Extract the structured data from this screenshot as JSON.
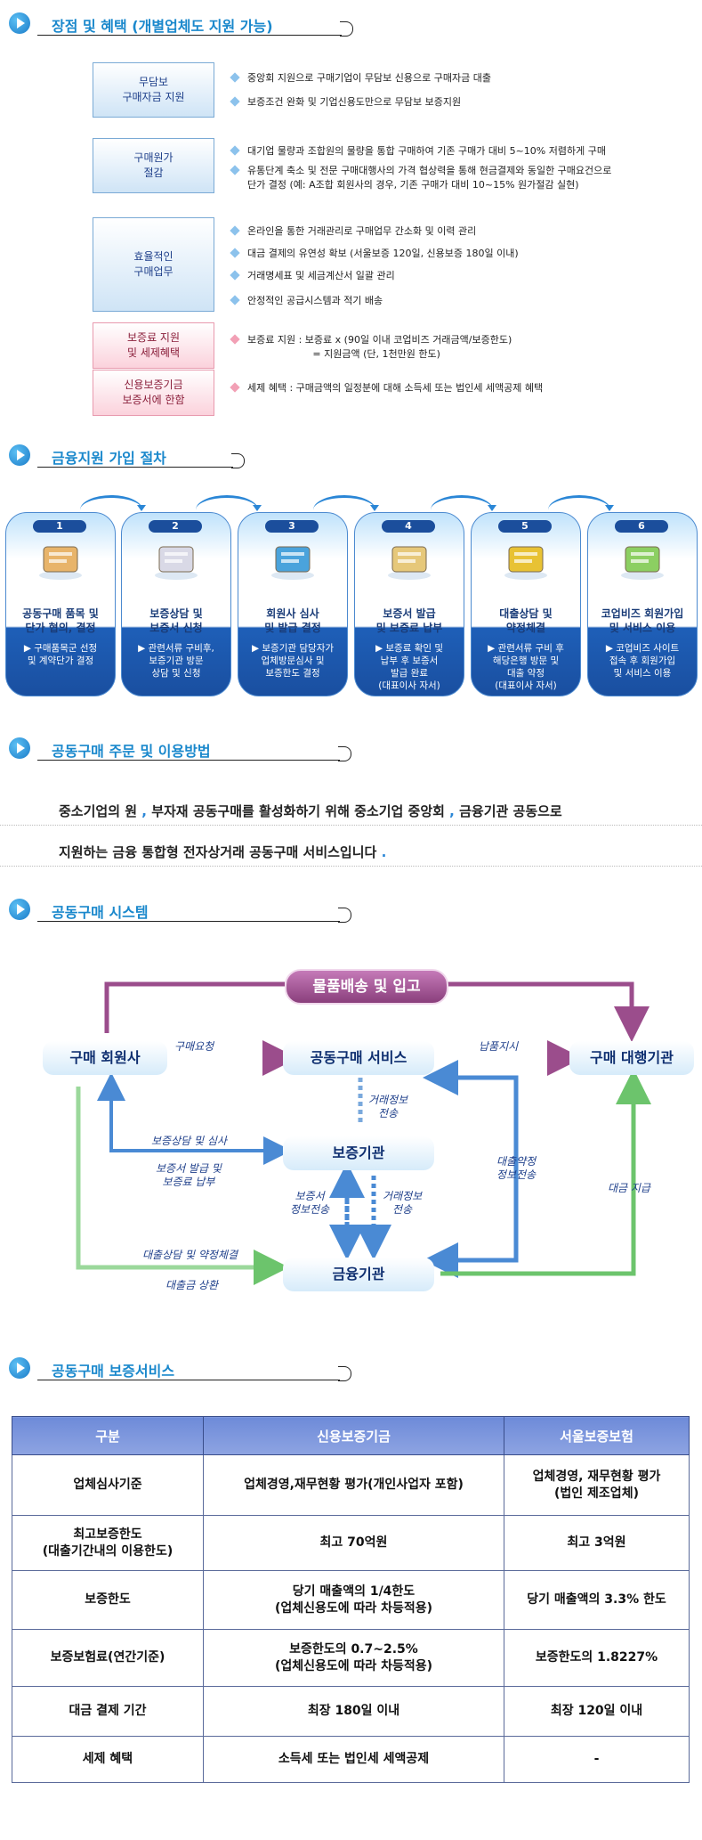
{
  "sections": {
    "benefits_title": "장점 및 혜택 (개별업체도 지원 가능)",
    "procedure_title": "금융지원 가입 절차",
    "usage_title": "공동구매 주문 및 이용방법",
    "system_title": "공동구매 시스템",
    "guarantee_title": "공동구매 보증서비스"
  },
  "benefits": [
    {
      "label": "무담보\n구매자금 지원",
      "items": [
        "중앙회 지원으로 구매기업이 무담보 신용으로 구매자금 대출",
        "보증조건 완화 및 기업신용도만으로 무담보 보증지원"
      ]
    },
    {
      "label": "구매원가\n절감",
      "items": [
        "대기업 물량과 조합원의 물량을 통합 구매하여 기존 구매가 대비 5~10% 저렴하게 구매",
        "유통단계 축소 및 전문 구매대행사의 가격 협상력을 통해 현금결제와 동일한 구매요건으로\n단가 결정 (예: A조합 회원사의 경우, 기존 구매가 대비 10~15% 원가절감 실현)"
      ]
    },
    {
      "label": "효율적인\n구매업무",
      "items": [
        "온라인을 통한 거래관리로 구매업무 간소화 및 이력 관리",
        "대금 결제의 유연성 확보 (서울보증 120일, 신용보증 180일 이내)",
        "거래명세표 및 세금계산서 일괄 관리",
        "안정적인 공급시스템과 적기 배송"
      ]
    },
    {
      "label": "보증료 지원\n및 세제혜택",
      "items": [
        "보증료 지원 : 보증료 x (90일 이내 코업비즈 거래금액/보증한도)\n                     = 지원금액 (단, 1천만원 한도)"
      ]
    },
    {
      "label": "신용보증기금\n보증서에 한함",
      "items": [
        "세제 혜택 : 구매금액의 일정분에 대해 소득세 또는 법인세 세액공제 혜택"
      ]
    }
  ],
  "steps": [
    {
      "num": "1",
      "title": "공동구매 품목 및\n단가 협의, 결정",
      "desc": "▶ 구매품목군 선정\n및 계약단가 결정",
      "icon": "envelope-icon"
    },
    {
      "num": "2",
      "title": "보증상담 및\n보증서 신청",
      "desc": "▶ 관련서류 구비후,\n보증기관 방문\n상담 및 신청",
      "icon": "documents-icon"
    },
    {
      "num": "3",
      "title": "회원사 심사\n및 발급 결정",
      "desc": "▶ 보증기관 담당자가\n업체방문심사 및\n보증한도 결정",
      "icon": "magnifier-books-icon"
    },
    {
      "num": "4",
      "title": "보증서 발급\n및 보증료 납부",
      "desc": "▶ 보증료 확인 및\n납부 후 보증서\n발급 완료\n(대표이사 자서)",
      "icon": "scroll-pen-icon"
    },
    {
      "num": "5",
      "title": "대출상담 및\n약정체결",
      "desc": "▶ 관련서류 구비 후\n해당은행 방문 및\n대출 약정\n(대표이사 자서)",
      "icon": "coins-icon"
    },
    {
      "num": "6",
      "title": "코업비즈 회원가입\n및 서비스 이용",
      "desc": "▶ 코업비즈 사이트\n접속 후 회원가입\n및 서비스 이용",
      "icon": "checklist-icon"
    }
  ],
  "usage": {
    "line1_a": "중소기업의 원",
    "comma1": ",",
    "line1_b": "부자재 공동구매를 활성화하기 위해 중소기업 중앙회",
    "comma2": ",",
    "line1_c": "금융기관 공동으로",
    "line2": "지원하는 금융 통합형 전자상거래 공동구매 서비스입니다",
    "dot": "."
  },
  "system": {
    "top_banner": "물품배송 및 입고",
    "nodes": {
      "member": "구매 회원사",
      "service": "공동구매 서비스",
      "agency": "구매 대행기관",
      "guarantor": "보증기관",
      "bank": "금융기관"
    },
    "labels": {
      "purchase_request": "구매요청",
      "delivery_order": "납품지시",
      "trade_info": "거래정보\n전송",
      "guarantee_consult": "보증상담 및 심사",
      "guarantee_issue": "보증서 발급 및\n보증료 납부",
      "loan_info": "대출약정\n정보전송",
      "payment": "대금 지급",
      "guarantee_info": "보증서\n정보전송",
      "trade_info2": "거래정보\n전송",
      "loan_consult": "대출상담 및 약정체결",
      "loan_repay": "대출금 상환"
    }
  },
  "table": {
    "headers": [
      "구분",
      "신용보증기금",
      "서울보증보험"
    ],
    "rows": [
      [
        "업체심사기준",
        "업체경영,재무현황 평가(개인사업자 포함)",
        "업체경영, 재무현황 평가\n(법인 제조업체)"
      ],
      [
        "최고보증한도\n(대출기간내의 이용한도)",
        "최고 70억원",
        "최고 3억원"
      ],
      [
        "보증한도",
        "당기 매출액의 1/4한도\n(업체신용도에 따라 차등적용)",
        "당기 매출액의 3.3% 한도"
      ],
      [
        "보증보험료(연간기준)",
        "보증한도의 0.7~2.5%\n(업체신용도에 따라 차등적용)",
        "보증한도의 1.8227%"
      ],
      [
        "대금 결제 기간",
        "최장 180일 이내",
        "최장 120일 이내"
      ],
      [
        "세제 혜택",
        "소득세 또는 법인세 세액공제",
        "-"
      ]
    ]
  },
  "colors": {
    "accent": "#1a88cc",
    "table_header": "#7b96dc",
    "purple": "#9b4d8c",
    "green": "#6cc46c",
    "blue_arrow": "#4a8ad4"
  }
}
